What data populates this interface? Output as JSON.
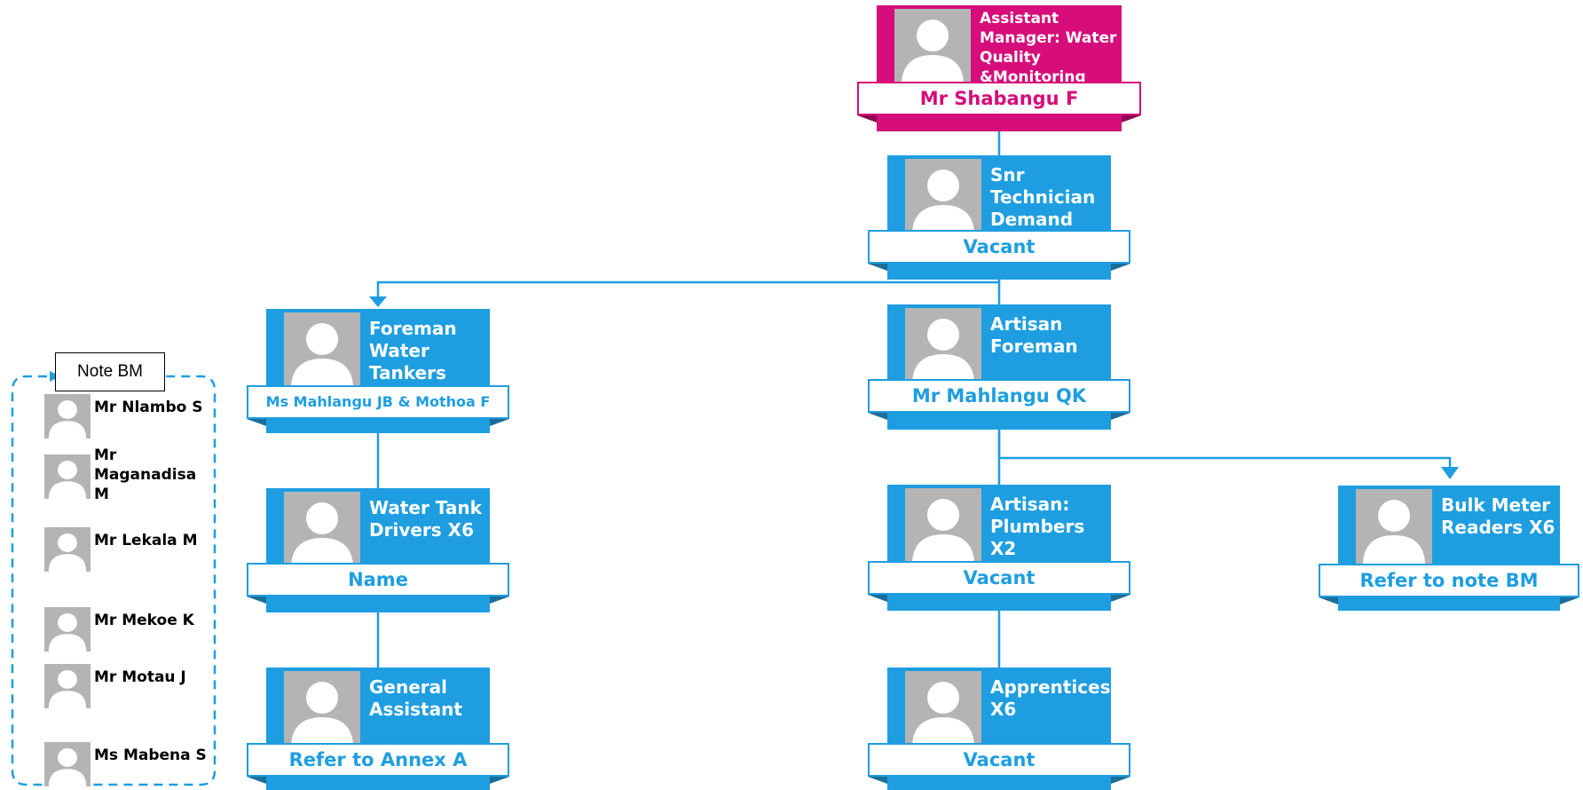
{
  "org_chart": {
    "nodes": [
      {
        "id": "asst-manager",
        "title": "Assistant Manager: Water Quality &Monitoring",
        "name": "Mr Shabangu F",
        "accent": "#d60d7a"
      },
      {
        "id": "snr-technician",
        "title": "Snr Technician Demand",
        "name": "Vacant",
        "accent": "#1e9ee0"
      },
      {
        "id": "foreman-water-tankers",
        "title": "Foreman Water Tankers",
        "name": "Ms Mahlangu JB & Mothoa F",
        "accent": "#1e9ee0"
      },
      {
        "id": "artisan-foreman",
        "title": "Artisan Foreman",
        "name": "Mr Mahlangu QK",
        "accent": "#1e9ee0"
      },
      {
        "id": "water-tank-drivers",
        "title": "Water Tank Drivers X6",
        "name": "Name",
        "accent": "#1e9ee0"
      },
      {
        "id": "artisan-plumbers",
        "title": "Artisan: Plumbers X2",
        "name": "Vacant",
        "accent": "#1e9ee0"
      },
      {
        "id": "bulk-meter-readers",
        "title": "Bulk Meter Readers X6",
        "name": "Refer to note BM",
        "accent": "#1e9ee0"
      },
      {
        "id": "general-assistant",
        "title": "General Assistant",
        "name": "Refer to Annex A",
        "accent": "#1e9ee0"
      },
      {
        "id": "apprentices",
        "title": "Apprentices X6",
        "name": "Vacant",
        "accent": "#1e9ee0"
      }
    ],
    "edges": [
      [
        "asst-manager",
        "snr-technician"
      ],
      [
        "snr-technician",
        "foreman-water-tankers"
      ],
      [
        "snr-technician",
        "artisan-foreman"
      ],
      [
        "foreman-water-tankers",
        "water-tank-drivers"
      ],
      [
        "water-tank-drivers",
        "general-assistant"
      ],
      [
        "artisan-foreman",
        "artisan-plumbers"
      ],
      [
        "artisan-foreman",
        "bulk-meter-readers"
      ],
      [
        "artisan-plumbers",
        "apprentices"
      ]
    ]
  },
  "note": {
    "label": "Note BM",
    "members": [
      "Mr Nlambo S",
      "Mr Maganadisa M",
      "Mr Lekala M",
      "Mr Mekoe K",
      "Mr Motau J",
      "Ms Mabena S"
    ]
  },
  "icons": {
    "card_photo": "person-silhouette-icon",
    "member_photo": "person-silhouette-icon"
  },
  "colors": {
    "primary": "#1e9ee0",
    "accent": "#d60d7a",
    "connector": "#1e9ee0"
  }
}
